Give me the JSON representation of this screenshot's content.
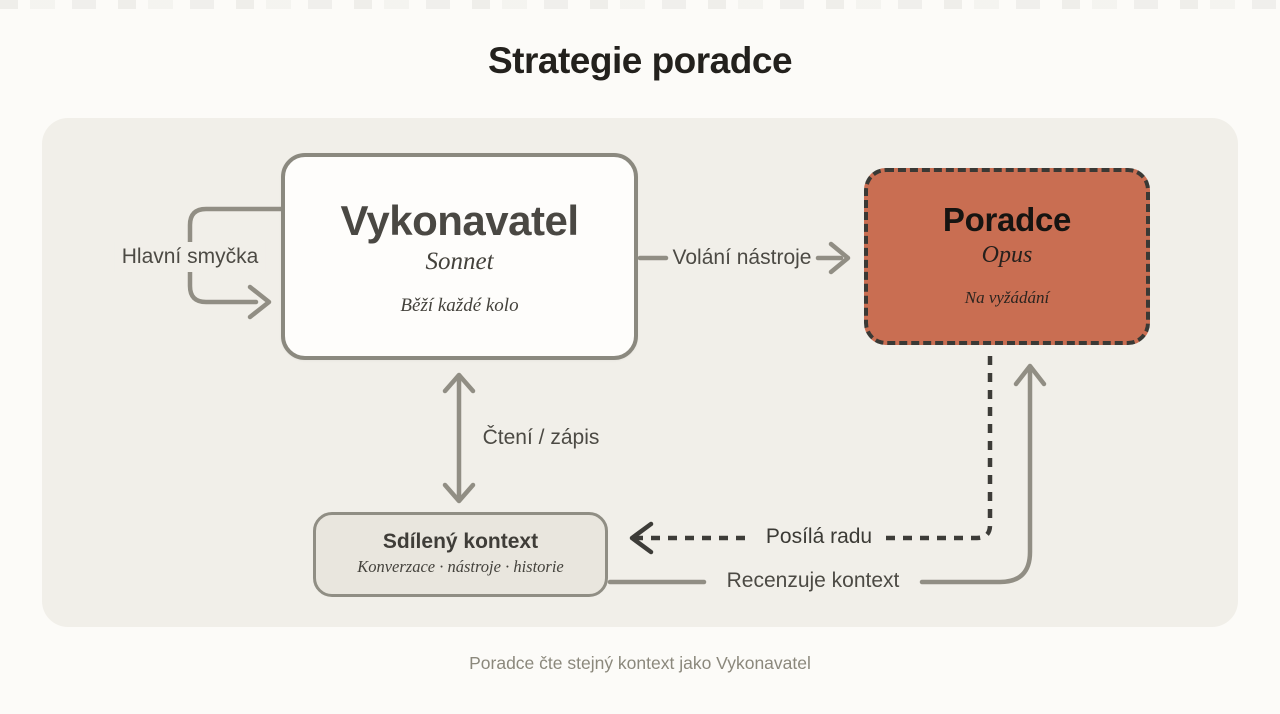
{
  "title": "Strategie poradce",
  "caption": "Poradce čte stejný kontext jako Vykonavatel",
  "colors": {
    "page_bg": "#fcfbf8",
    "panel_bg": "#f1efe9",
    "executor_bg": "#fefdfb",
    "advisor_bg": "#c96e52",
    "context_bg": "#e9e6de",
    "wire_gray": "#918e84",
    "wire_dark_dashed": "#3d3c38",
    "border_gray": "#8b897f"
  },
  "nodes": {
    "executor": {
      "title": "Vykonavatel",
      "subtitle": "Sonnet",
      "note": "Běží každé kolo"
    },
    "advisor": {
      "title": "Poradce",
      "subtitle": "Opus",
      "note": "Na vyžádání"
    },
    "shared_context": {
      "title": "Sdílený kontext",
      "note": "Konverzace · nástroje · historie"
    }
  },
  "edges": {
    "main_loop": {
      "label": "Hlavní smyčka"
    },
    "tool_call": {
      "label": "Volání nástroje"
    },
    "read_write": {
      "label": "Čtení / zápis"
    },
    "sends_advice": {
      "label": "Posílá radu"
    },
    "reviews_context": {
      "label": "Recenzuje kontext"
    }
  }
}
